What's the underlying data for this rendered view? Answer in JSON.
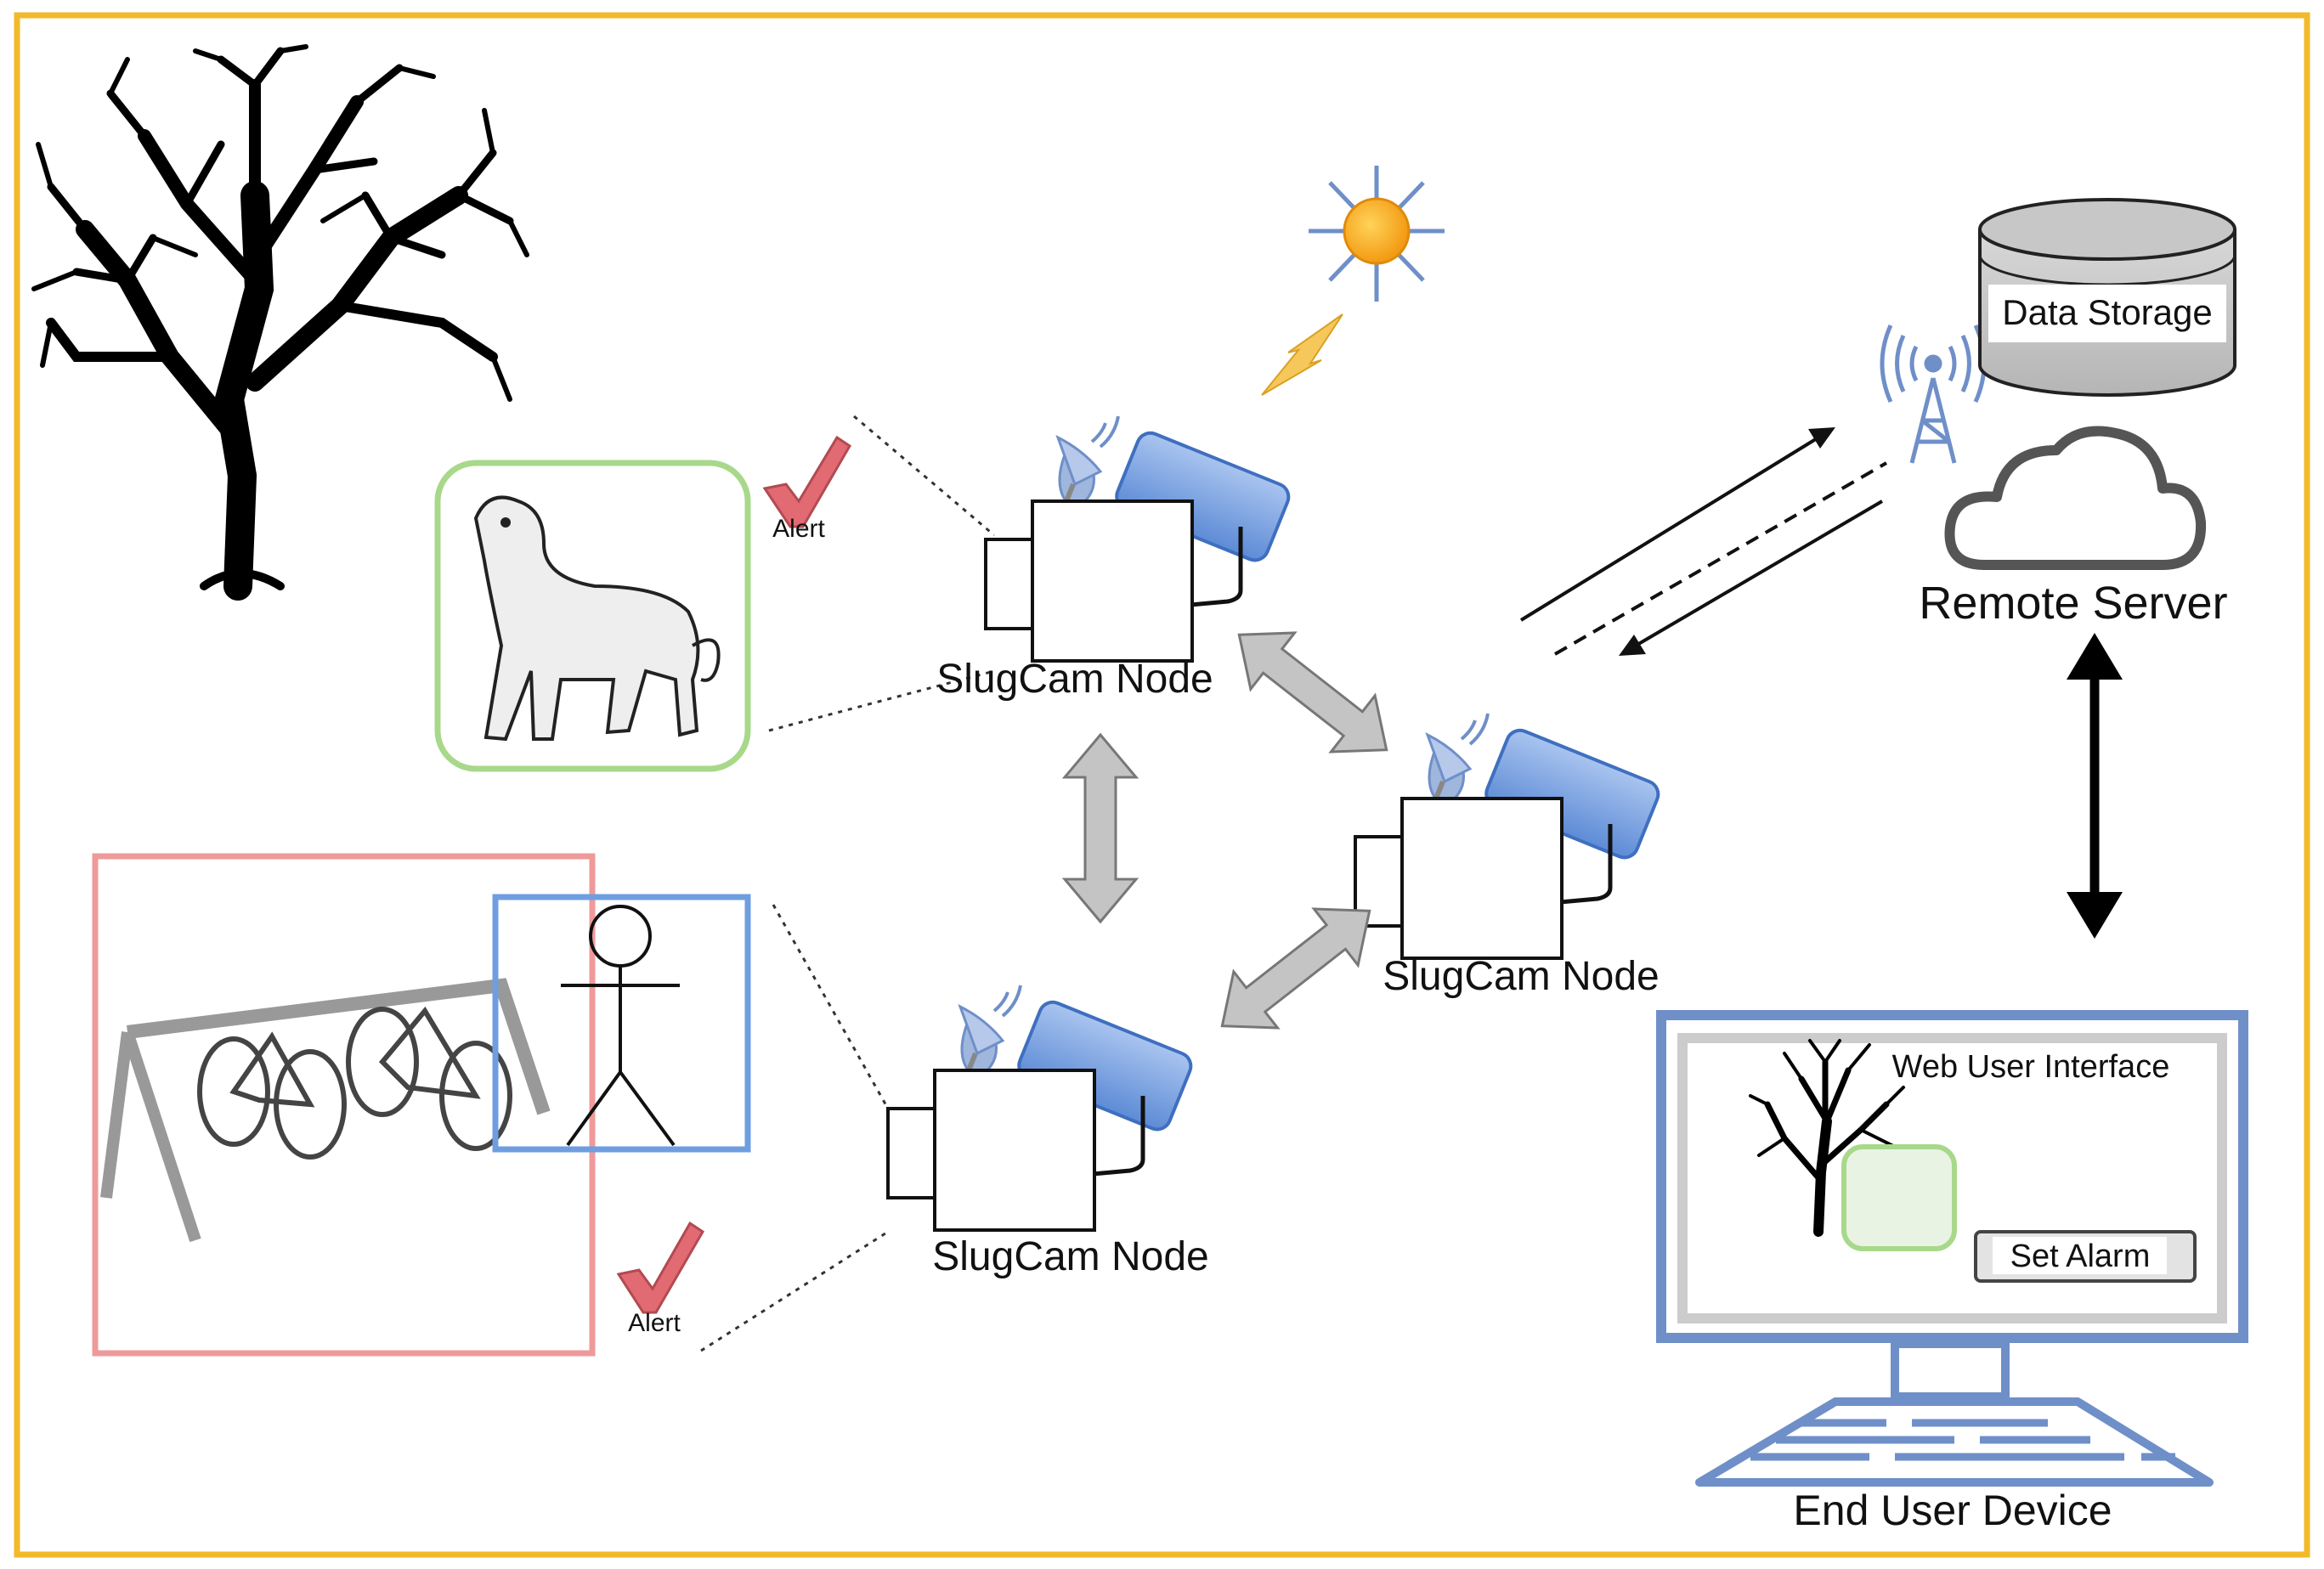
{
  "labels": {
    "node_top": "SlugCam Node",
    "node_right": "SlugCam Node",
    "node_bottom": "SlugCam Node",
    "remote_server": "Remote Server",
    "data_storage": "Data Storage",
    "end_user_device": "End User Device",
    "web_ui": "Web User Interface",
    "set_alarm": "Set Alarm",
    "alert_top": "Alert",
    "alert_bottom": "Alert"
  },
  "colors": {
    "frame": "#f2b92a",
    "solar_panel": "#7aa3e0",
    "detection_green": "#a8d88a",
    "detection_red": "#ef9a9a",
    "detection_blue": "#6f9ee0",
    "monitor": "#6f8fc8",
    "check": "#e26a72",
    "sun": "#f7a91d"
  },
  "icons": [
    "tree-icon",
    "mountain-lion-icon",
    "bicycles-icon",
    "person-icon",
    "sun-icon",
    "lightning-icon",
    "antenna-tower-icon",
    "cloud-icon",
    "database-icon",
    "monitor-icon",
    "keyboard-icon",
    "check-icon",
    "satellite-dish-icon",
    "solar-panel-icon",
    "camera-icon"
  ]
}
